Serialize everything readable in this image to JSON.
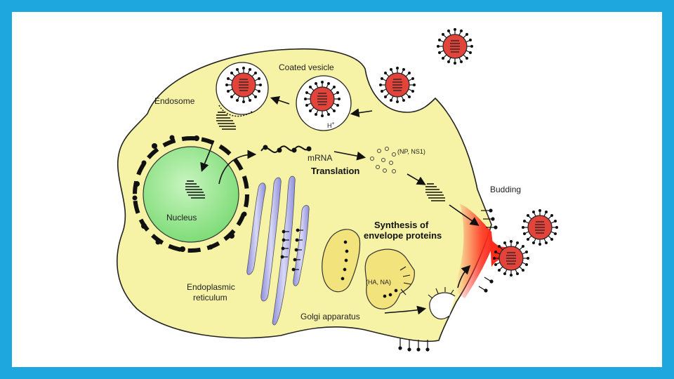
{
  "diagram": {
    "labels": {
      "coated_vesicle": "Coated vesicle",
      "endosome": "Endosome",
      "mrna": "mRNA",
      "np_ns1": "(NP, NS1)",
      "translation": "Translation",
      "budding": "Budding",
      "nucleus": "Nucleus",
      "synthesis_line1": "Synthesis of",
      "synthesis_line2": "envelope proteins",
      "ha_na": "(HA, NA)",
      "endoplasmic_line1": "Endoplasmic",
      "endoplasmic_line2": "reticulum",
      "golgi": "Golgi apparatus",
      "h_plus": "H",
      "h_plus_sup": "+"
    },
    "colors": {
      "frame": "#1ea7df",
      "cytoplasm": "#f7f3a6",
      "nucleus": "#9fe89a",
      "virus": "#e2433b",
      "er": "#b7b7e8",
      "golgi": "#f3e37d",
      "budding": "#ff2a1a"
    }
  }
}
